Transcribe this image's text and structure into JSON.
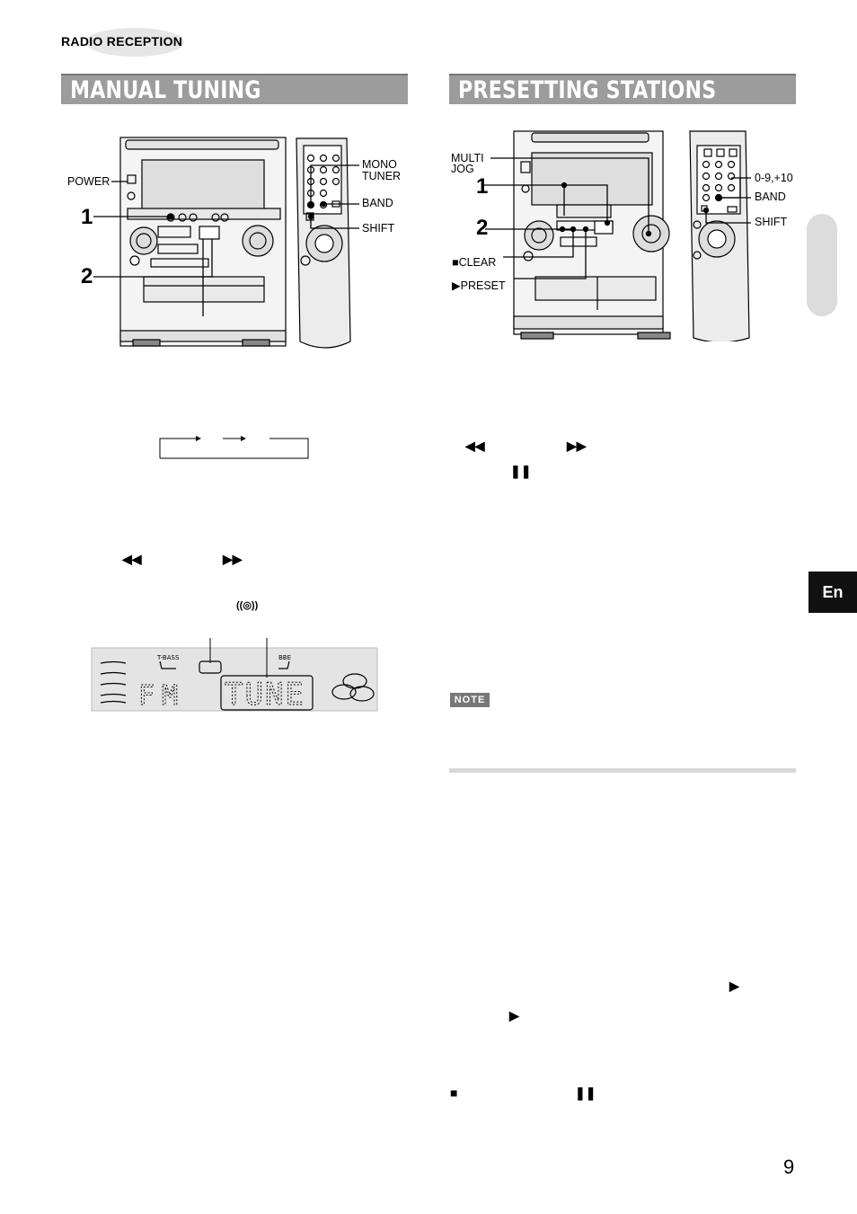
{
  "header": {
    "section": "RADIO RECEPTION"
  },
  "left": {
    "title": "MANUAL TUNING",
    "labels": {
      "power": "POWER",
      "mono": "MONO",
      "tuner": "TUNER",
      "band": "BAND",
      "shift": "SHIFT"
    },
    "steps": [
      "1",
      "2"
    ],
    "display": {
      "tbass": "T-BASS",
      "bbe": "BBE",
      "band_text": "FM",
      "mode_text": "TUNE"
    }
  },
  "right": {
    "title": "PRESETTING STATIONS",
    "labels": {
      "multi": "MULTI",
      "jog": "JOG",
      "digits": "0-9,+10",
      "band": "BAND",
      "shift": "SHIFT",
      "clear": "CLEAR",
      "preset": "PRESET"
    },
    "steps": [
      "1",
      "2"
    ],
    "note": "NOTE"
  },
  "symbols": {
    "rew": "◀◀",
    "ff": "▶▶",
    "pause": "❚❚",
    "play": "▶",
    "stop": "■",
    "stereo": "((◎))"
  },
  "sidebar": {
    "lang": "En"
  },
  "footer": {
    "page": "9"
  }
}
